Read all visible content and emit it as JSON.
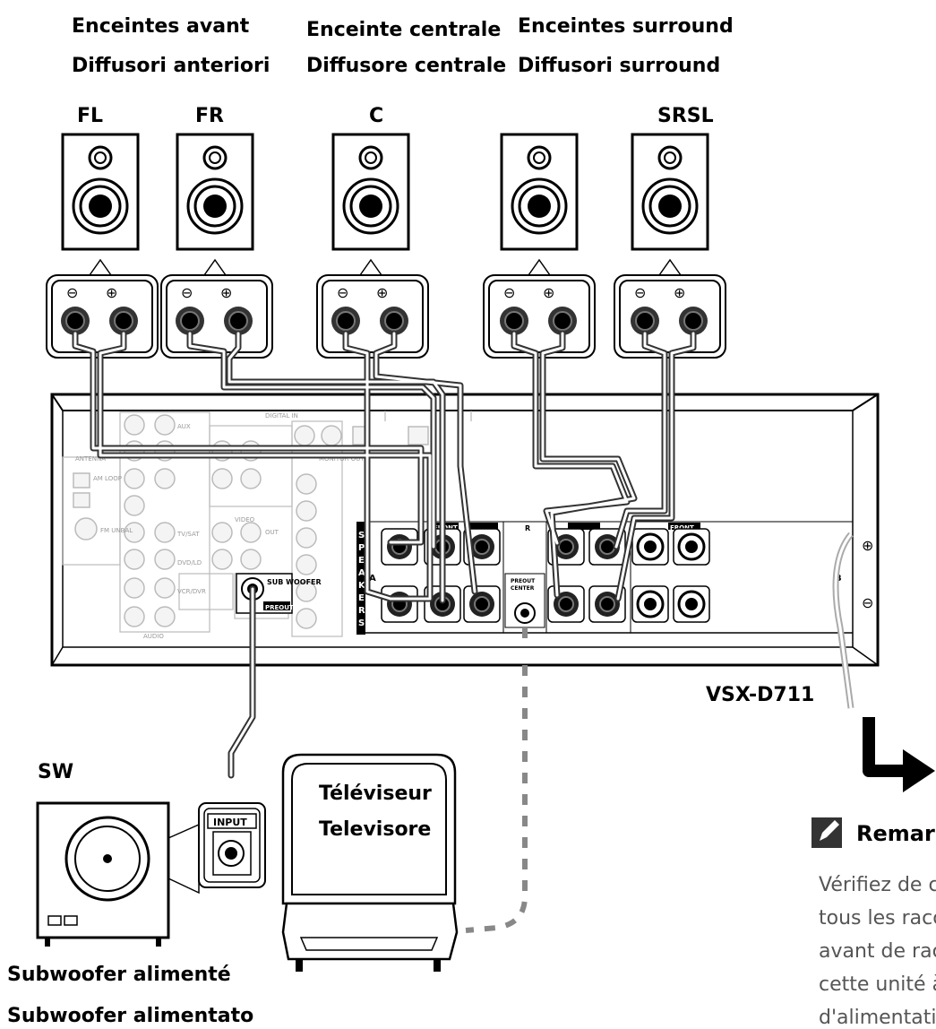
{
  "headers": {
    "front_fr": "Enceintes avant",
    "front_it": "Diffusori anteriori",
    "center_fr": "Enceinte centrale",
    "center_it": "Diffusore centrale",
    "surround_fr": "Enceintes surround",
    "surround_it": "Diffusori surround"
  },
  "speakers": [
    {
      "label": "FL"
    },
    {
      "label": "FR"
    },
    {
      "label": "C"
    },
    {
      "label": ""
    },
    {
      "label": "SRSL"
    }
  ],
  "receiver": {
    "model": "VSX-D711",
    "speakers_vertical": "SPEAKERS",
    "row_a": "A",
    "row_b": "B",
    "front_label": "FRONT",
    "center_label": "R",
    "front_b_label": "FRONT",
    "preout_label": "PREOUT",
    "preout_center": "CENTER",
    "sub_label": "SUB WOOFER",
    "sub_preout": "PREOUT",
    "jack_labels": [
      "AUX",
      "DIGITAL IN",
      "ANTENNA",
      "VIDEO",
      "MONITOR OUT",
      "OUT",
      "AM LOOP",
      "FM UNBAL",
      "TV/SAT",
      "DVD/LD",
      "VCR/DVR",
      "AUDIO"
    ]
  },
  "tv": {
    "line1": "Téléviseur",
    "line2": "Televisore"
  },
  "subwoofer": {
    "label": "SW",
    "input_label": "INPUT",
    "caption_fr": "Subwoofer alimenté",
    "caption_it": "Subwoofer alimentato"
  },
  "note": {
    "title": "Remar",
    "lines": [
      "Vérifiez de co",
      "tous les racc",
      "avant de racc",
      "cette unité à",
      "d'alimentatio"
    ]
  },
  "polarity": {
    "minus": "⊖",
    "plus": "⊕"
  }
}
